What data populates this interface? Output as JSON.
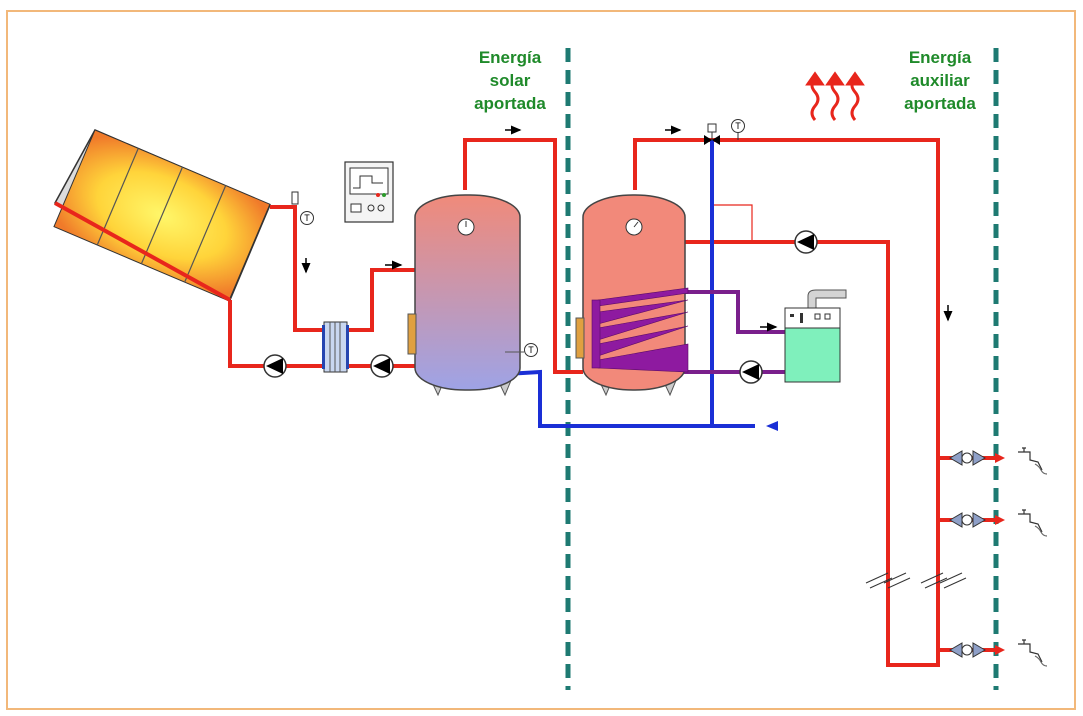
{
  "labels": {
    "solar": [
      "Energía",
      "solar",
      "aportada"
    ],
    "auxiliar": [
      "Energía",
      "auxiliar",
      "aportada"
    ]
  },
  "sensor_symbol": "T",
  "colors": {
    "hot_pipe": "#e8261c",
    "cold_pipe": "#1a2fd6",
    "boiler_circuit": "#7a1f8c",
    "divider": "#1e7a72",
    "label_green": "#1f8a2a",
    "frame": "#f2b87a",
    "boiler": "#7ff0bc"
  },
  "icons": [
    "solar-collector-icon",
    "controller-icon",
    "pump-icon",
    "heat-exchanger-icon",
    "solar-tank-icon",
    "auxiliary-tank-icon",
    "boiler-icon",
    "faucet-icon",
    "heat-waves-icon",
    "three-way-valve-icon"
  ]
}
